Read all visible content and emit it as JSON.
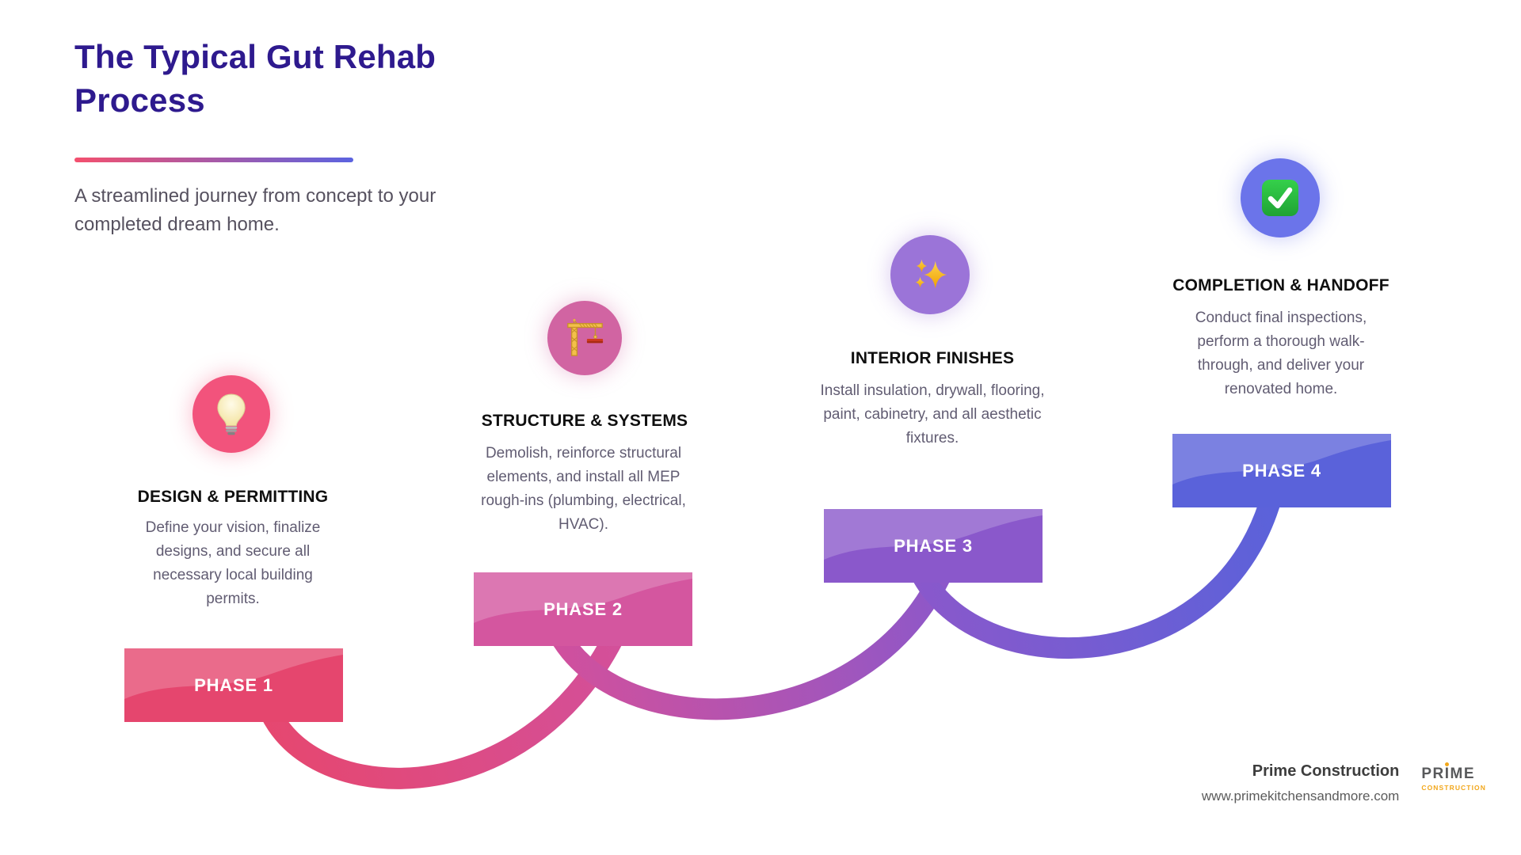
{
  "header": {
    "title": "The Typical Gut Rehab Process",
    "subtitle": "A streamlined journey from concept to your completed dream home."
  },
  "phases": [
    {
      "label": "PHASE 1",
      "heading": "DESIGN & PERMITTING",
      "description": "Define your vision, finalize designs, and secure all necessary local building permits.",
      "icon": "lightbulb-icon",
      "circle_color": "#f2537c",
      "box_color": "#e5466e"
    },
    {
      "label": "PHASE 2",
      "heading": "STRUCTURE & SYSTEMS",
      "description": "Demolish, reinforce structural elements, and install all MEP rough-ins (plumbing, electrical, HVAC).",
      "icon": "crane-icon",
      "circle_color": "#d164a2",
      "box_color": "#d4569f"
    },
    {
      "label": "PHASE 3",
      "heading": "INTERIOR FINISHES",
      "description": "Install insulation, drywall, flooring, paint, cabinetry, and all aesthetic fixtures.",
      "icon": "sparkles-icon",
      "circle_color": "#9b74d8",
      "box_color": "#8a58cb"
    },
    {
      "label": "PHASE 4",
      "heading": "COMPLETION & HANDOFF",
      "description": "Conduct final inspections, perform a thorough walk-through, and deliver your renovated home.",
      "icon": "check-icon",
      "circle_color": "#6b74ea",
      "box_color": "#5a62da"
    }
  ],
  "footer": {
    "company": "Prime Construction",
    "website": "www.primekitchensandmore.com",
    "logo_text": "PRIME",
    "logo_subtext": "CONSTRUCTION"
  },
  "colors": {
    "title": "#2e1a8e",
    "accent_gradient_start": "#f4506e",
    "accent_gradient_end": "#5b63e0",
    "curve_1_start": "#e6476f",
    "curve_1_end": "#d2509c",
    "curve_2_end": "#8a58cb",
    "curve_3_end": "#5a62da"
  }
}
